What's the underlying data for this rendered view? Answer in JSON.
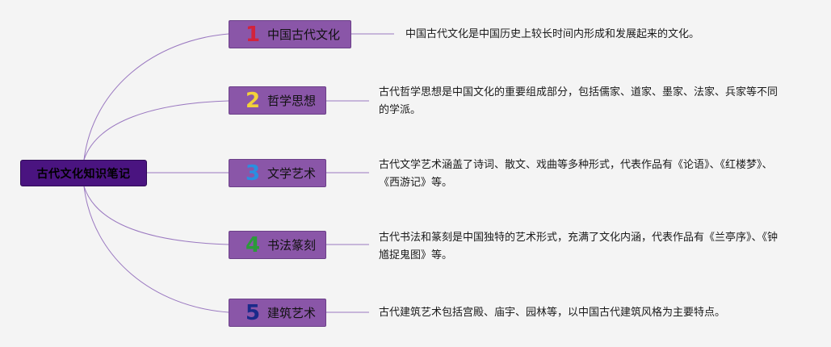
{
  "colors": {
    "root_bg": "#4a1480",
    "branch_bg": "#8a56a8",
    "connector": "#9a78c0",
    "background": "#f4f4f4"
  },
  "root": {
    "label": "古代文化知识笔记"
  },
  "branches": [
    {
      "number": "1",
      "number_color": "#d3233c",
      "label": "中国古代文化",
      "description": "中国古代文化是中国历史上较长时间内形成和发展起来的文化。"
    },
    {
      "number": "2",
      "number_color": "#f2d23a",
      "label": "哲学思想",
      "description": "古代哲学思想是中国文化的重要组成部分，包括儒家、道家、墨家、法家、兵家等不同的学派。"
    },
    {
      "number": "3",
      "number_color": "#2a8fe0",
      "label": "文学艺术",
      "description": "古代文学艺术涵盖了诗词、散文、戏曲等多种形式，代表作品有《论语》、《红楼梦》、《西游记》等。"
    },
    {
      "number": "4",
      "number_color": "#2c9a3a",
      "label": "书法篆刻",
      "description": "古代书法和篆刻是中国独特的艺术形式，充满了文化内涵，代表作品有《兰亭序》、《钟馗捉鬼图》等。"
    },
    {
      "number": "5",
      "number_color": "#1a2a8a",
      "label": "建筑艺术",
      "description": "古代建筑艺术包括宫殿、庙宇、园林等，以中国古代建筑风格为主要特点。"
    }
  ]
}
